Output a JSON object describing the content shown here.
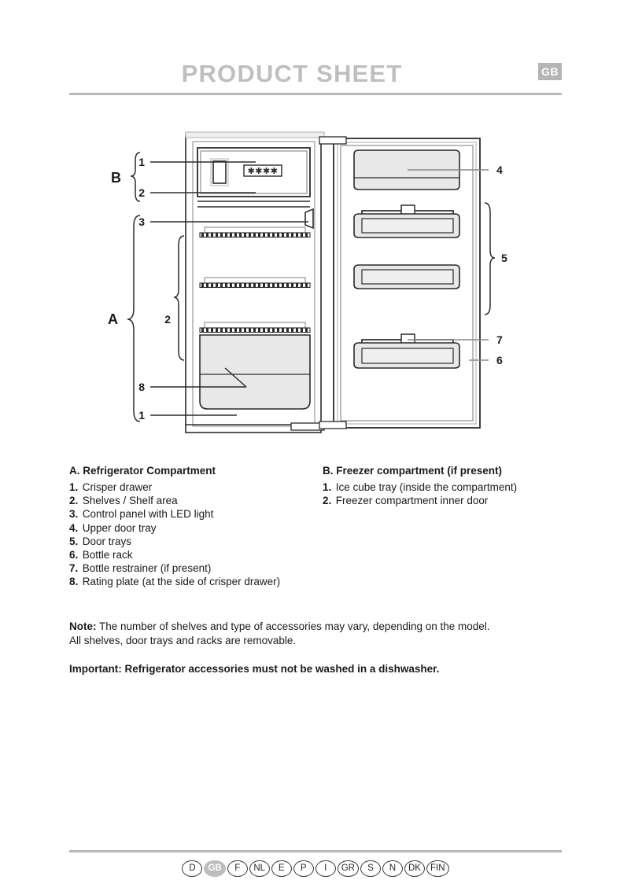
{
  "header": {
    "title": "PRODUCT SHEET",
    "country_badge": "GB"
  },
  "diagram": {
    "group_labels": {
      "refrigerator": "A",
      "freezer": "B"
    },
    "callouts": {
      "freezer_ice_tray": "1",
      "freezer_inner_door": "2",
      "control_panel": "3",
      "shelves": "2",
      "rating_plate": "8",
      "crisper_drawer": "1",
      "upper_door_tray": "4",
      "door_trays": "5",
      "bottle_restrainer": "7",
      "bottle_rack": "6"
    },
    "star_rating": "✳✳✳✳"
  },
  "legend": {
    "column_a": {
      "heading": "A. Refrigerator Compartment",
      "items": [
        {
          "num": "1.",
          "label": "Crisper drawer"
        },
        {
          "num": "2.",
          "label": "Shelves / Shelf area"
        },
        {
          "num": "3.",
          "label": "Control panel with LED light"
        },
        {
          "num": "4.",
          "label": "Upper door tray"
        },
        {
          "num": "5.",
          "label": "Door trays"
        },
        {
          "num": "6.",
          "label": "Bottle rack"
        },
        {
          "num": "7.",
          "label": "Bottle restrainer (if present)"
        },
        {
          "num": "8.",
          "label": "Rating plate (at the side of crisper drawer)"
        }
      ]
    },
    "column_b": {
      "heading": "B. Freezer compartment (if present)",
      "items": [
        {
          "num": "1.",
          "label": "Ice cube tray (inside the compartment)"
        },
        {
          "num": "2.",
          "label": "Freezer compartment inner door"
        }
      ]
    }
  },
  "notes": {
    "note_label": "Note:",
    "note_text_line1": " The number of shelves and type of accessories may vary, depending on the model.",
    "note_text_line2": "All shelves, door trays and racks are removable.",
    "important": "Important: Refrigerator accessories must not be washed in a dishwasher."
  },
  "footer": {
    "languages": [
      {
        "code": "D",
        "active": false
      },
      {
        "code": "GB",
        "active": true
      },
      {
        "code": "F",
        "active": false
      },
      {
        "code": "NL",
        "active": false
      },
      {
        "code": "E",
        "active": false
      },
      {
        "code": "P",
        "active": false
      },
      {
        "code": "I",
        "active": false
      },
      {
        "code": "GR",
        "active": false
      },
      {
        "code": "S",
        "active": false
      },
      {
        "code": "N",
        "active": false
      },
      {
        "code": "DK",
        "active": false
      },
      {
        "code": "FIN",
        "active": false
      }
    ]
  },
  "colors": {
    "header_gray": "#bfbfbf",
    "rule_gray": "#b9b9b9",
    "panel_fill": "#e8e8e8",
    "line_dark": "#2b2b2b"
  }
}
